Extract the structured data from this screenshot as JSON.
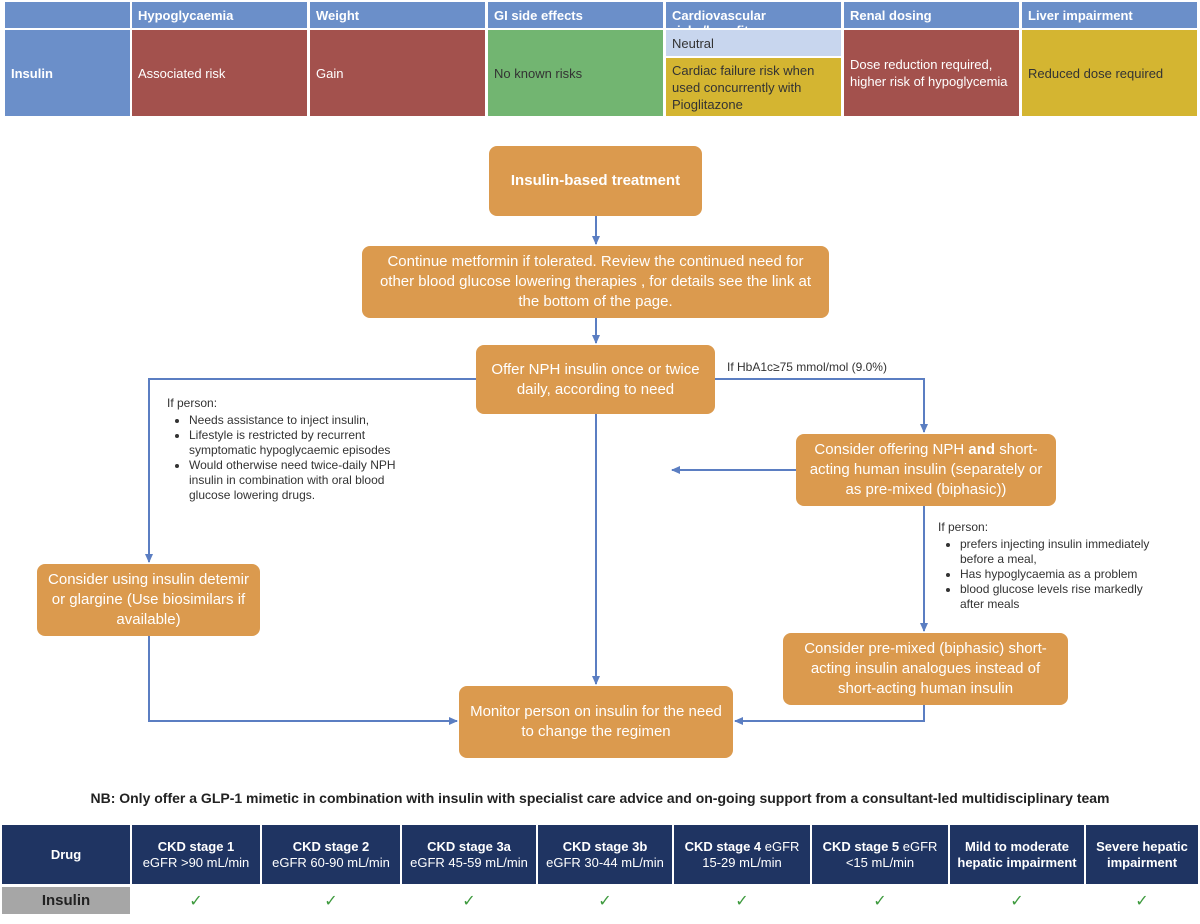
{
  "top_table": {
    "headers": [
      "",
      "Hypoglycaemia",
      "Weight",
      "GI side effects",
      "Cardiovascular risks/benefit",
      "Renal dosing",
      "Liver impairment"
    ],
    "row_label": "Insulin",
    "hypoglycaemia": "Associated risk",
    "weight": "Gain",
    "gi": "No known risks",
    "cv_neutral": "Neutral",
    "cv_risk": "Cardiac failure risk when used concurrently with Pioglitazone",
    "renal": "Dose reduction required, higher risk of hypoglycemia",
    "liver": "Reduced dose required"
  },
  "flow": {
    "start": "Insulin-based treatment",
    "metformin": "Continue metformin if tolerated. Review the continued need for other blood glucose lowering therapies , for details see the link at the bottom of the page.",
    "nph": "Offer NPH insulin once or twice daily, according to need",
    "hba1c_label": "If HbA1c≥75 mmol/mol (9.0%)",
    "left_note_title": "If person:",
    "left_note_items": [
      "Needs assistance to inject insulin,",
      "Lifestyle is restricted by recurrent symptomatic hypoglycaemic episodes",
      "Would otherwise need twice-daily NPH insulin in combination with oral blood glucose lowering drugs."
    ],
    "nph_short_pre": "Consider offering NPH ",
    "nph_short_bold": "and",
    "nph_short_post": " short-acting human insulin (separately or as pre-mixed (biphasic))",
    "right_note_title": "If person:",
    "right_note_items": [
      "prefers injecting insulin immediately before a meal,",
      "Has hypoglycaemia as a problem",
      "blood glucose levels rise markedly after meals"
    ],
    "detemir": "Consider using insulin detemir or glargine (Use biosimilars if available)",
    "premixed": "Consider pre-mixed (biphasic) short-acting insulin analogues instead of short-acting human insulin",
    "monitor": "Monitor person on insulin for the need to change the regimen"
  },
  "nb": "NB: Only offer a GLP-1 mimetic in combination with insulin with specialist care advice and on-going support from a consultant-led multidisciplinary team",
  "bottom_table": {
    "drug": "Drug",
    "headers": [
      {
        "bold": "CKD stage 1",
        "rest": "eGFR >90 mL/min"
      },
      {
        "bold": "CKD stage 2",
        "rest": "eGFR 60-90 mL/min"
      },
      {
        "bold": "CKD stage 3a",
        "rest": "eGFR 45-59 mL/min"
      },
      {
        "bold": "CKD stage 3b",
        "rest": "eGFR 30-44 mL/min"
      },
      {
        "bold": "CKD stage 4",
        "rest": " eGFR 15-29 mL/min"
      },
      {
        "bold": "CKD stage 5",
        "rest": " eGFR <15 mL/min"
      },
      {
        "bold": "Mild to moderate hepatic impairment",
        "rest": ""
      },
      {
        "bold": "Severe hepatic impairment",
        "rest": ""
      }
    ],
    "row_label": "Insulin",
    "tick": "✓"
  },
  "colors": {
    "header_blue": "#6b8fc9",
    "risk_red": "#a3514d",
    "ok_green": "#72b571",
    "caution_yellow": "#d4b531",
    "box_orange": "#db9a4e",
    "navy": "#1f3462",
    "arrow": "#5b7ec2"
  }
}
